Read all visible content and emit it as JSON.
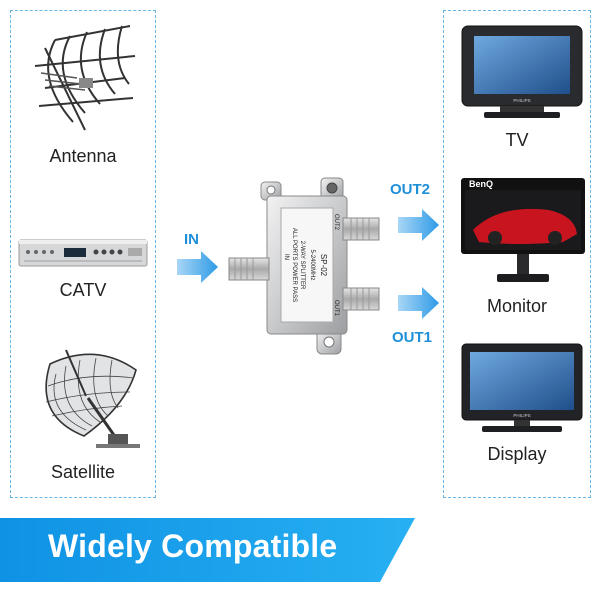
{
  "sources": [
    {
      "label": "Antenna"
    },
    {
      "label": "CATV"
    },
    {
      "label": "Satellite"
    }
  ],
  "outputs": [
    {
      "label": "TV"
    },
    {
      "label": "Monitor"
    },
    {
      "label": "Display"
    }
  ],
  "ports": {
    "in": "IN",
    "out1": "OUT1",
    "out2": "OUT2"
  },
  "splitter": {
    "model": "SP-02",
    "frequency": "5-2400MHz",
    "type": "2-WAY SPLITTER",
    "note": "ALL PORTS POWER PASS",
    "port_in": "IN",
    "port_out1": "OUT1",
    "port_out2": "OUT2"
  },
  "monitor_brand": "BenQ",
  "tv_brand": "PHILIPS",
  "banner": {
    "text": "Widely Compatible"
  },
  "colors": {
    "accent": "#1e8fd8",
    "dashed_border": "#6ab7e6",
    "banner": "#1aa3ec"
  }
}
